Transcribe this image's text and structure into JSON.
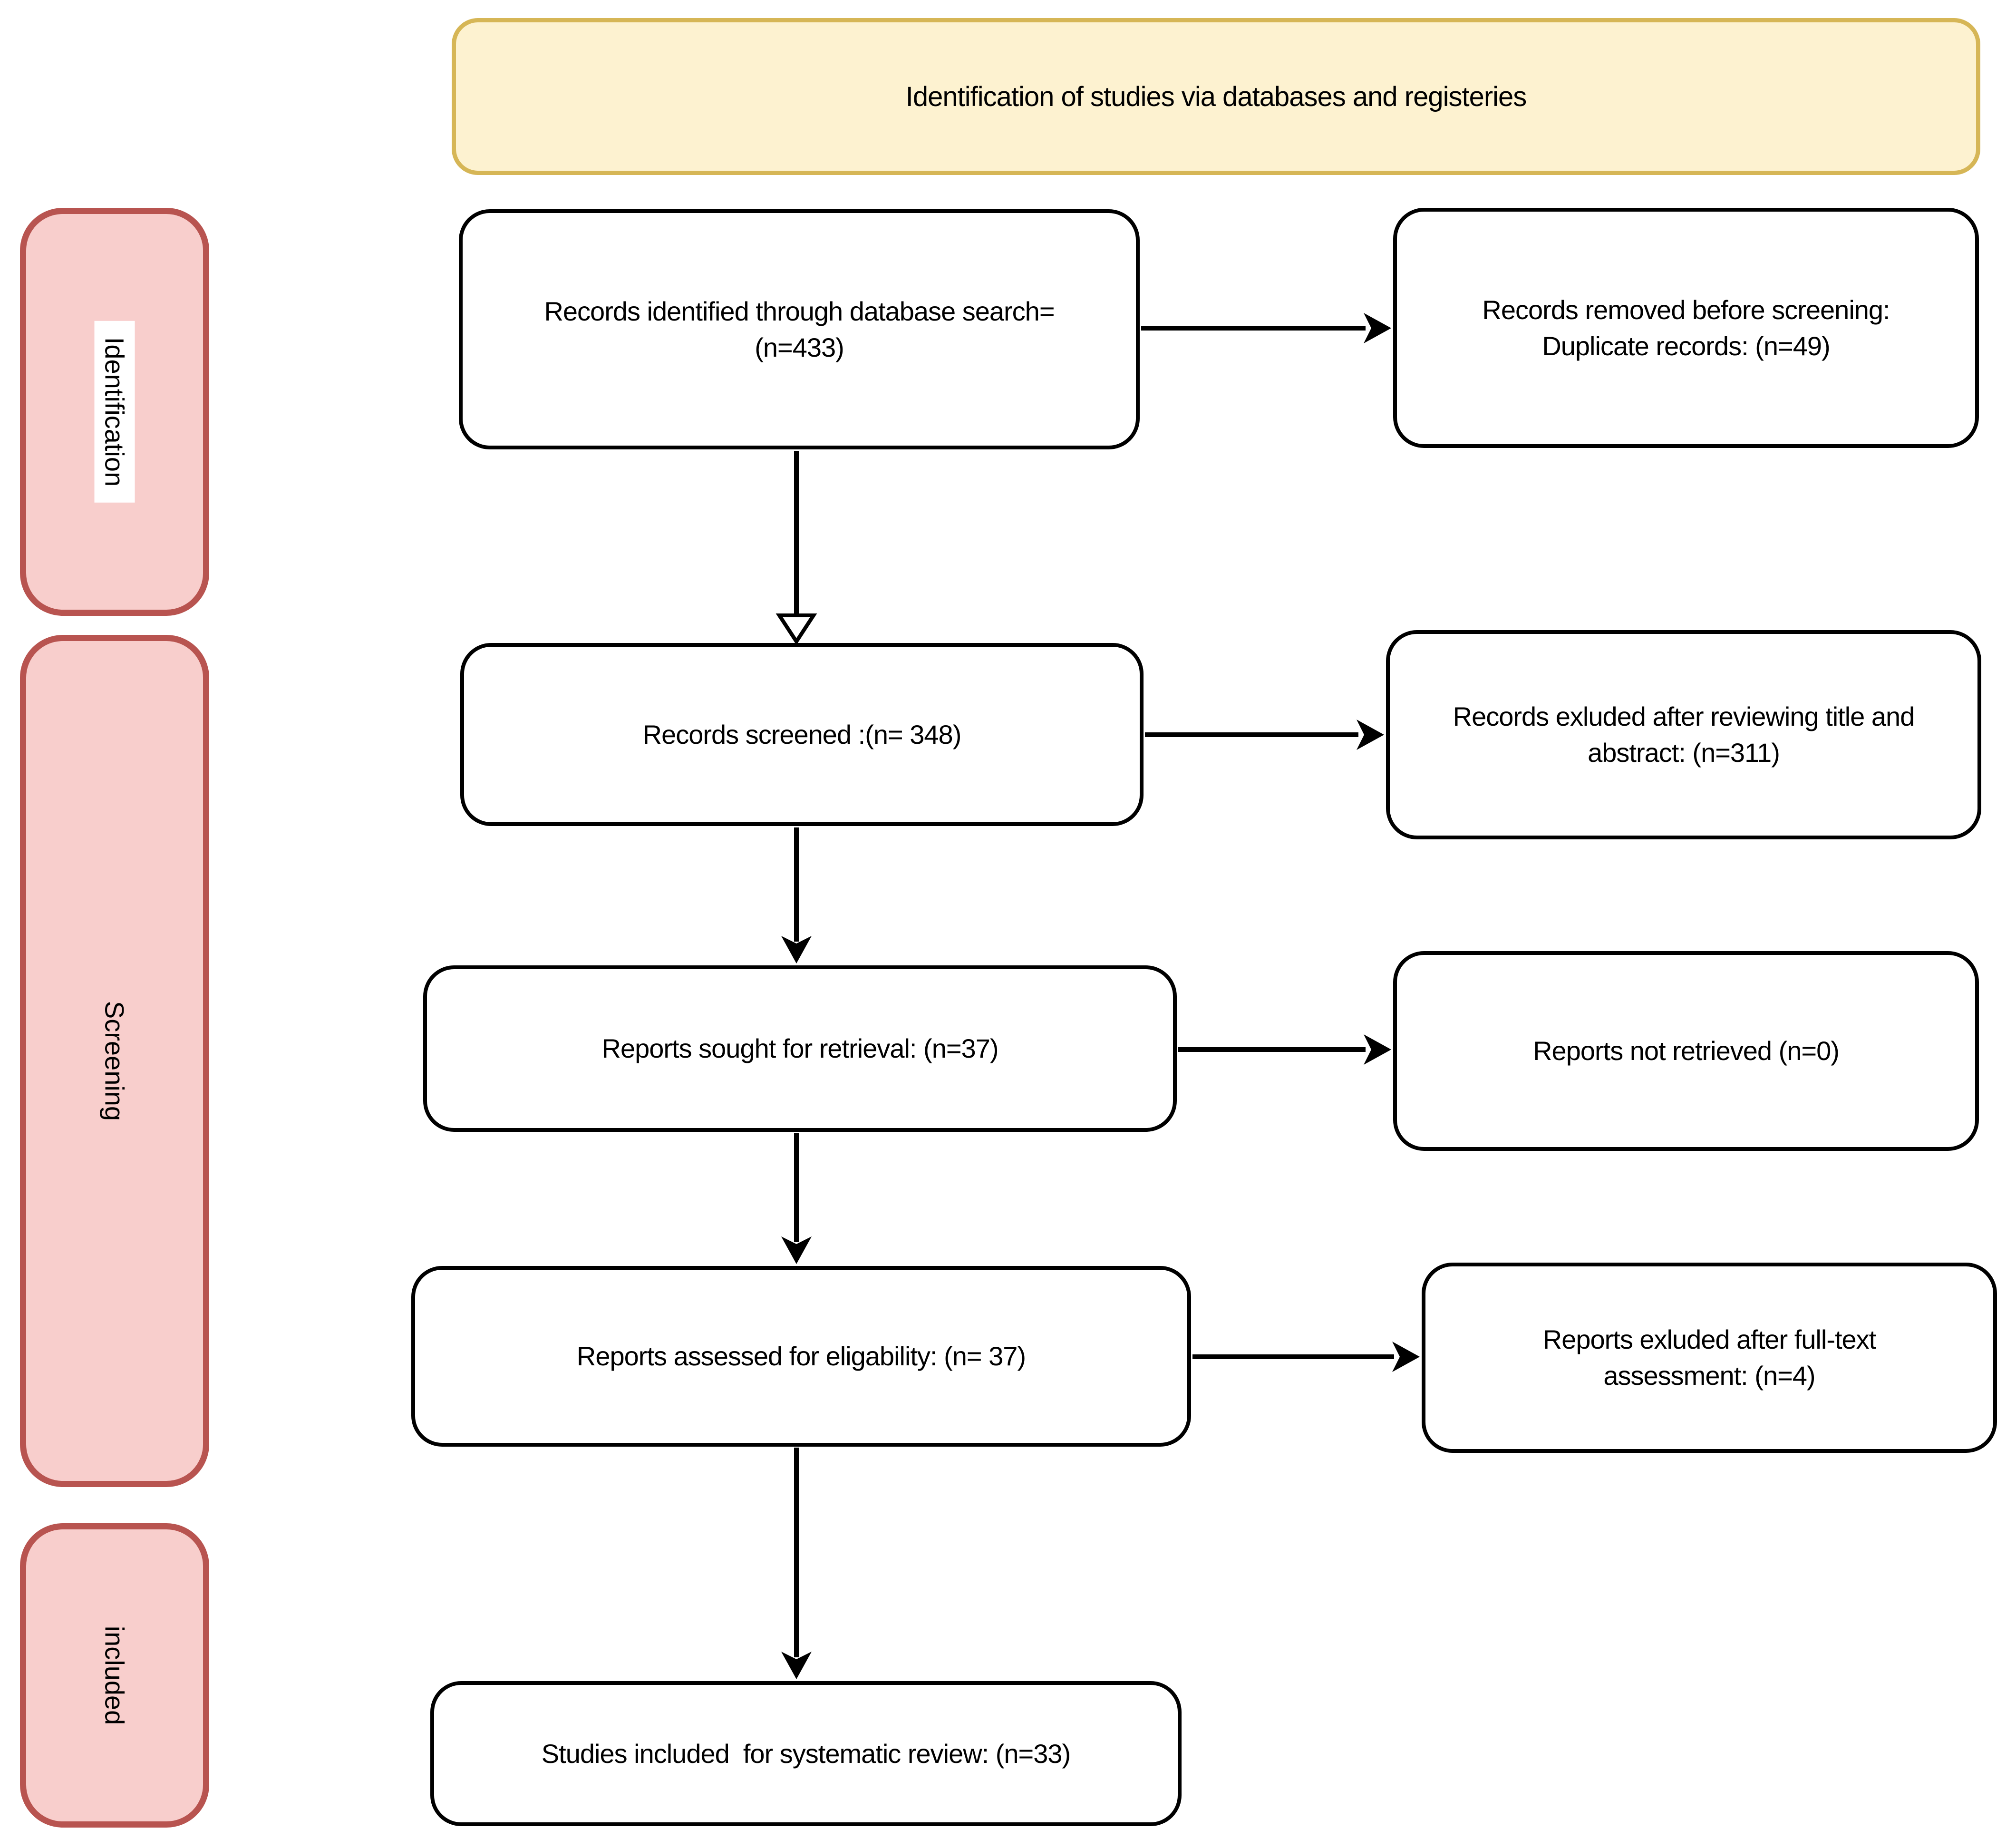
{
  "diagram": {
    "title": "Identification of studies via databases and registeries",
    "sidebar": {
      "identification": "Identification",
      "screening": "Screening",
      "included": "included"
    },
    "boxes": {
      "identified": "Records identified through database search=\n(n=433)",
      "removed": "Records removed before screening:\nDuplicate records: (n=49)",
      "screened": "Records screened :(n= 348)",
      "excluded_title_abstract": "Records exluded after reviewing title and\nabstract: (n=311)",
      "sought": "Reports sought for retrieval: (n=37)",
      "not_retrieved": "Reports not retrieved (n=0)",
      "assessed": "Reports assessed for eligability: (n= 37)",
      "excluded_fulltext": "Reports exluded after full-text\nassessment: (n=4)",
      "included_review": "Studies included  for systematic review: (n=33)"
    },
    "colors": {
      "stage_fill": "#f8cecc",
      "stage_border": "#b85450",
      "title_fill": "#fdf2d0",
      "title_border": "#d6b656",
      "node_fill": "#ffffff",
      "node_border": "#000000",
      "arrow": "#000000"
    }
  }
}
